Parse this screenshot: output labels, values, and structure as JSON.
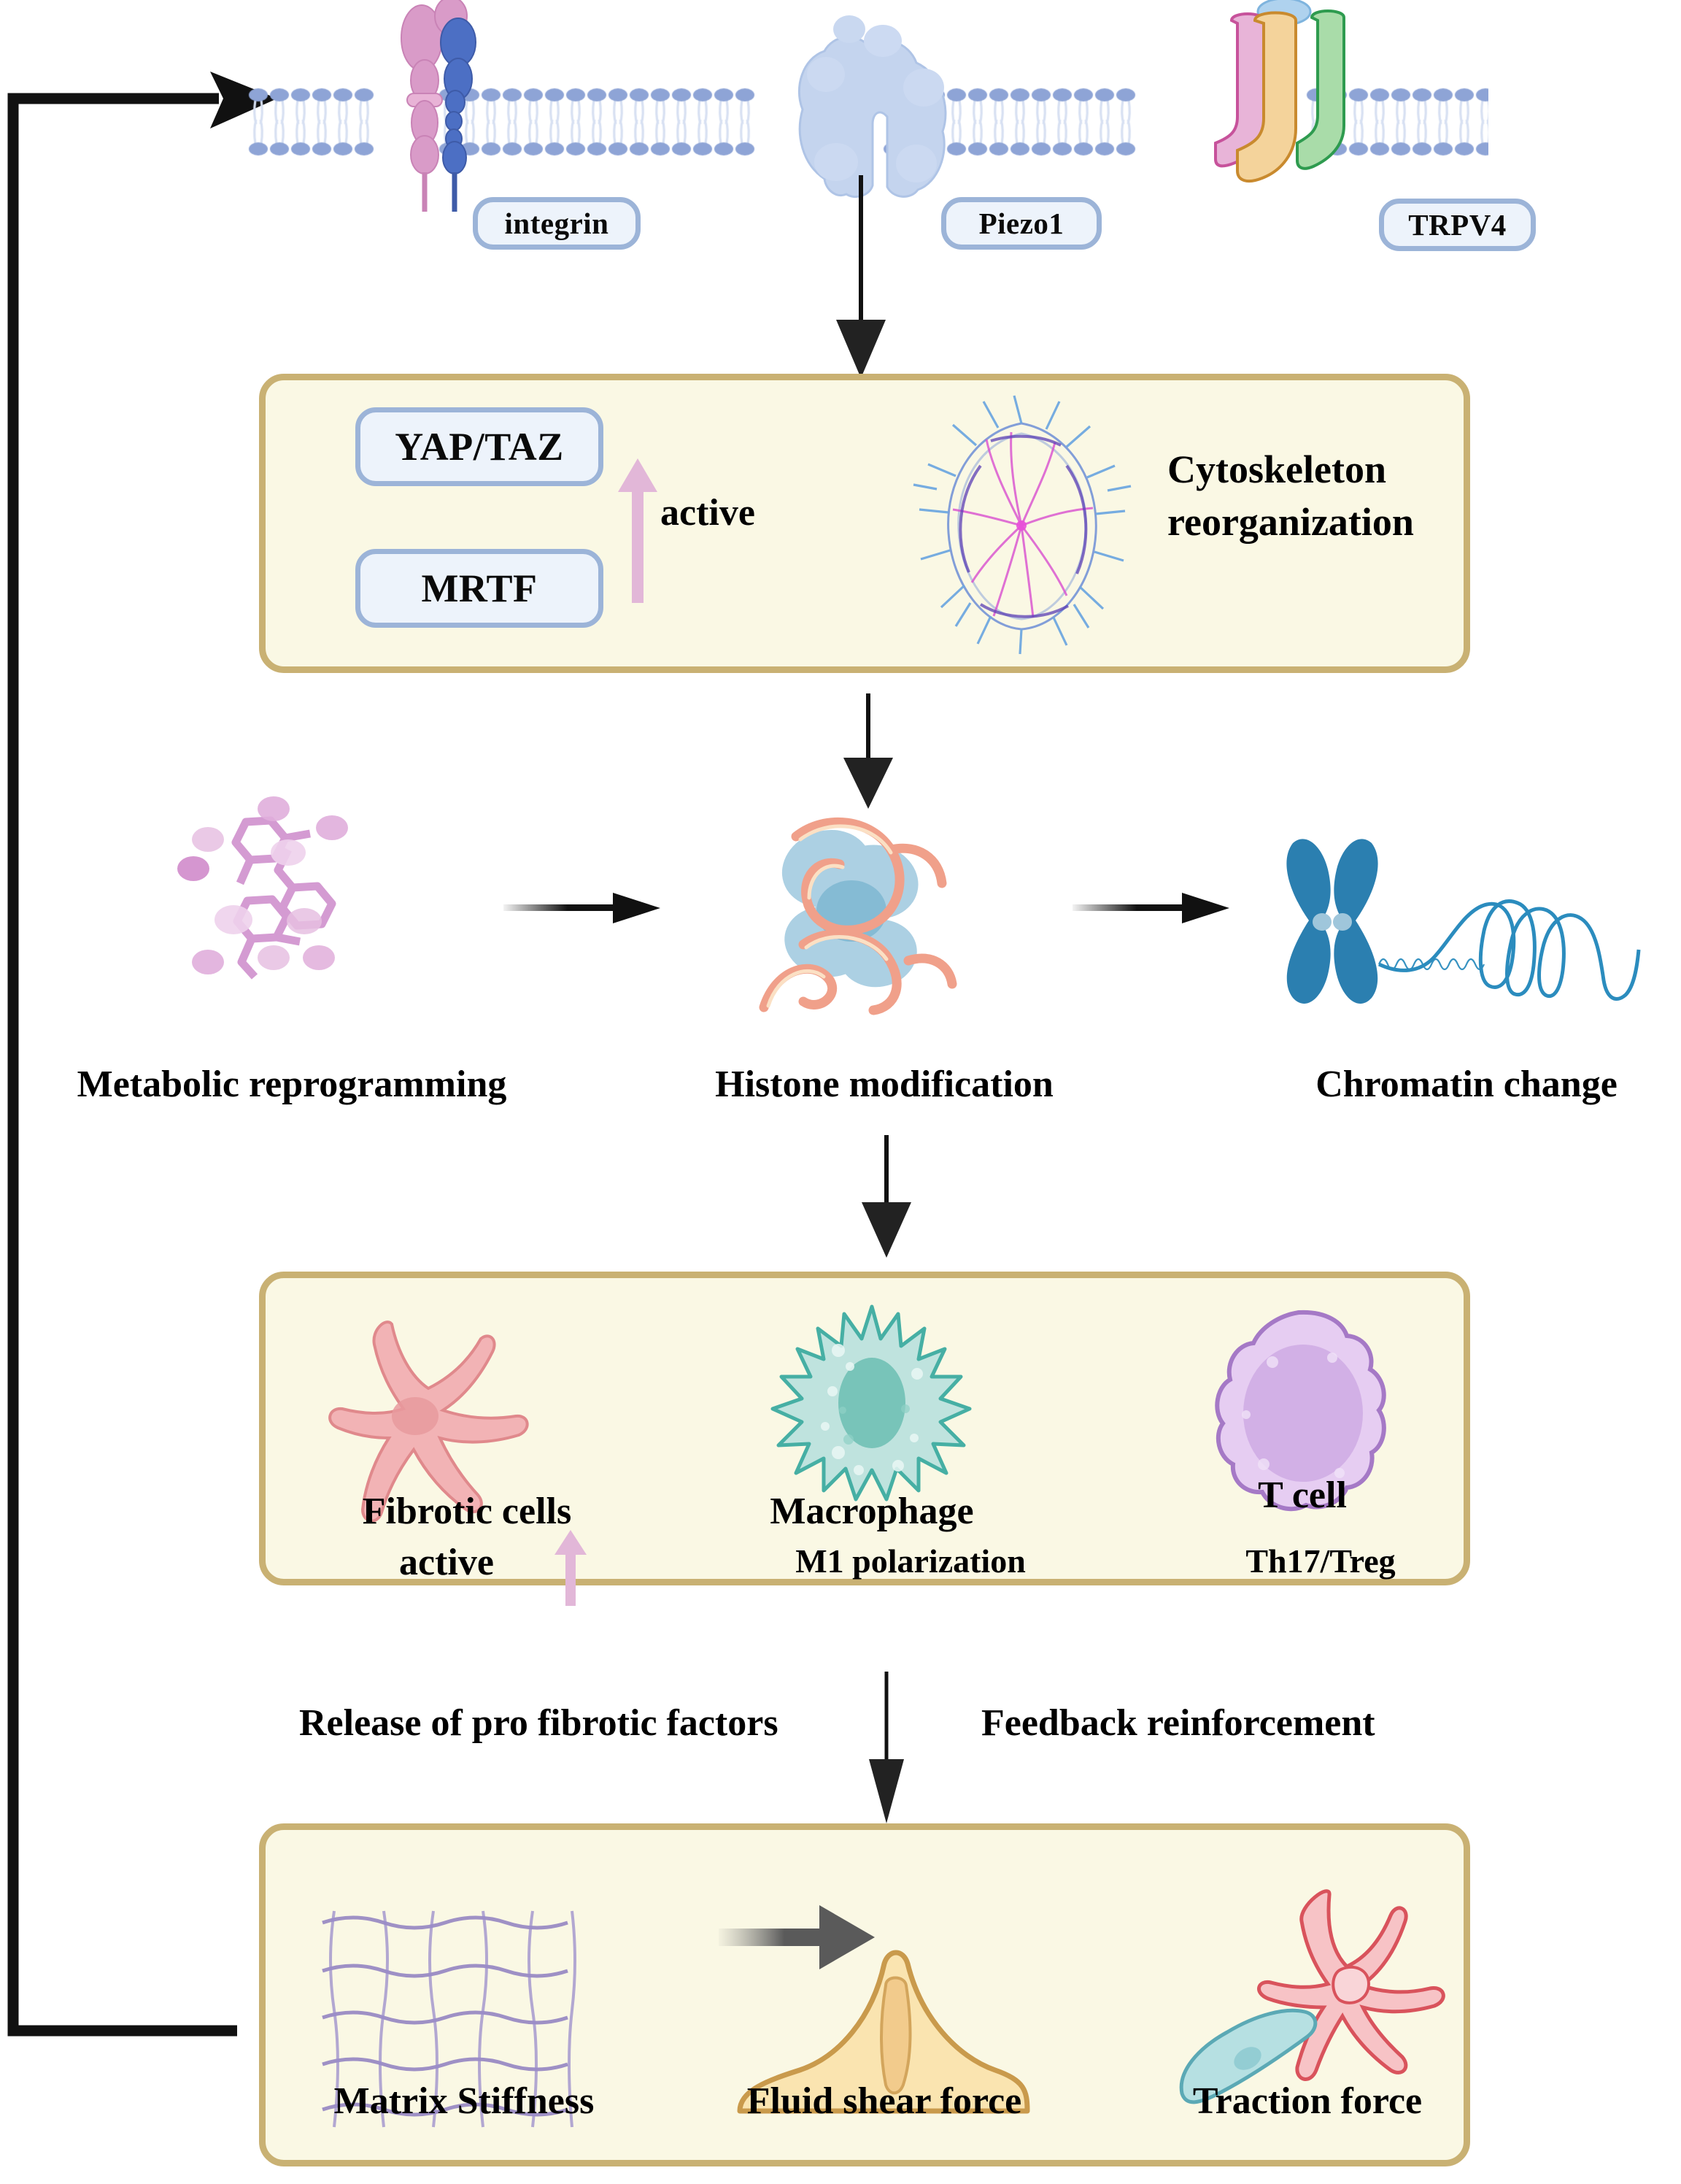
{
  "figure": {
    "title": "Mechanotransduction and fibrosis feedback pathway"
  },
  "membrane": {
    "receptors": [
      {
        "id": "integrin",
        "label": "integrin"
      },
      {
        "id": "piezo1",
        "label": "Piezo1"
      },
      {
        "id": "trpv4",
        "label": "TRPV4"
      }
    ]
  },
  "signaling_box": {
    "pills": [
      {
        "id": "yaptaz",
        "label": "YAP/TAZ"
      },
      {
        "id": "mrtf",
        "label": "MRTF"
      }
    ],
    "arrow_label": "active",
    "cytoskeleton_label_line1": "Cytoskeleton",
    "cytoskeleton_label_line2": "reorganization"
  },
  "epigenetic_row": {
    "items": [
      {
        "id": "metabolic",
        "label": "Metabolic reprogramming"
      },
      {
        "id": "histone",
        "label": "Histone modification"
      },
      {
        "id": "chromatin",
        "label": "Chromatin change"
      }
    ]
  },
  "cell_box": {
    "cells": [
      {
        "id": "fibrotic",
        "label_line1": "Fibrotic cells",
        "label_line2": "active"
      },
      {
        "id": "macrophage",
        "label_line1": "Macrophage",
        "label_line2": "M1 polarization"
      },
      {
        "id": "tcell",
        "label_line1": "T cell",
        "label_line2": "Th17/Treg"
      }
    ]
  },
  "feedback_row": {
    "left_label": "Release of pro fibrotic factors",
    "right_label": "Feedback reinforcement"
  },
  "force_box": {
    "items": [
      {
        "id": "matrix-stiffness",
        "label": "Matrix Stiffness"
      },
      {
        "id": "fluid-shear",
        "label": "Fluid shear force"
      },
      {
        "id": "traction-force",
        "label": "Traction force"
      }
    ]
  },
  "colors": {
    "panel_fill": "#FAF8E4",
    "panel_border": "#C9B173",
    "pill_fill": "#EDF3FB",
    "pill_border": "#9CB4D8",
    "pink_arrow": "#E2B7D8",
    "black_arrow": "#111111",
    "membrane_head": "#8EA4D6",
    "piezo_blue": "#C4D4EE",
    "chromatin_blue": "#2B8CBE",
    "fibro_pink": "#F2B3B5",
    "macrophage_teal": "#A9DBD6",
    "tcell_purple": "#D9BEE8"
  }
}
